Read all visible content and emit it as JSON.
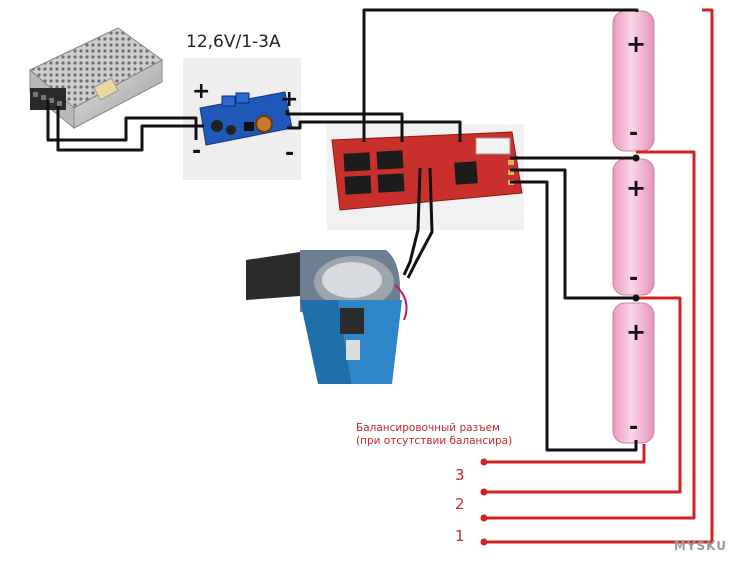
{
  "voltage_label": "12,6V/1-3A",
  "module_plus": "+",
  "module_minus": "-",
  "balance_label_line1": "Балансировочный разъем",
  "balance_label_line2": "(при отсутствии балансира)",
  "balance_pins": [
    "3",
    "2",
    "1"
  ],
  "cell_plus": "+",
  "cell_minus": "-",
  "watermark": "MYSKU",
  "colors": {
    "wire_black": "#111111",
    "wire_red": "#d32020",
    "cell_pink": "#f3b6d6",
    "board_red": "#c9302c"
  }
}
